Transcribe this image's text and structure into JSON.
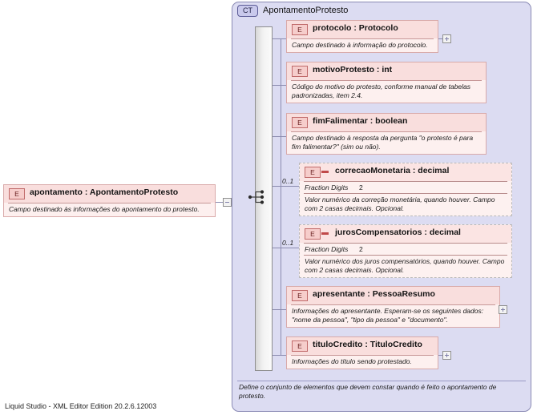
{
  "app": {
    "status_text": "Liquid Studio - XML Editor Edition 20.2.6.12003"
  },
  "root_element": {
    "icon": "E",
    "name": "apontamento : ApontamentoProtesto",
    "description": "Campo destinado às informações do apontamento do protesto.",
    "collapse_toggle": "minus"
  },
  "complex_type": {
    "badge": "CT",
    "title": "ApontamentoProtesto",
    "footer_description": "Define o conjunto de elementos que devem constar quando é feito o apontamento de protesto.",
    "compositor": "sequence"
  },
  "children": [
    {
      "icon": "E",
      "name": "protocolo : Protocolo",
      "description": "Campo destinado à informação do protocolo.",
      "optional": false,
      "cardinality": "",
      "facet_label": "",
      "facet_value": "",
      "expand_toggle": "plus"
    },
    {
      "icon": "E",
      "name": "motivoProtesto : int",
      "description": "Código do motivo do protesto,  conforme manual de tabelas padronizadas, item 2.4.",
      "optional": false,
      "cardinality": "",
      "facet_label": "",
      "facet_value": "",
      "expand_toggle": ""
    },
    {
      "icon": "E",
      "name": "fimFalimentar : boolean",
      "description": "Campo destinado à resposta da pergunta \"o protesto é para fim falimentar?\" (sim ou não).",
      "optional": false,
      "cardinality": "",
      "facet_label": "",
      "facet_value": "",
      "expand_toggle": ""
    },
    {
      "icon": "E",
      "name": "correcaoMonetaria : decimal",
      "description": "Valor numérico da correção monetária, quando houver. Campo com 2 casas decimais. Opcional.",
      "optional": true,
      "cardinality": "0..1",
      "facet_label": "Fraction Digits",
      "facet_value": "2",
      "expand_toggle": ""
    },
    {
      "icon": "E",
      "name": "jurosCompensatorios : decimal",
      "description": "Valor numérico dos juros compensatórios, quando houver. Campo com 2 casas decimais. Opcional.",
      "optional": true,
      "cardinality": "0..1",
      "facet_label": "Fraction Digits",
      "facet_value": "2",
      "expand_toggle": ""
    },
    {
      "icon": "E",
      "name": "apresentante : PessoaResumo",
      "description": "Informações do apresentante. Esperam-se os seguintes dados: \"nome da pessoa\", \"tipo da pessoa\" e \"documento\".",
      "optional": false,
      "cardinality": "",
      "facet_label": "",
      "facet_value": "",
      "expand_toggle": "plus"
    },
    {
      "icon": "E",
      "name": "tituloCredito : TituloCredito",
      "description": "Informações do título sendo protestado.",
      "optional": false,
      "cardinality": "",
      "facet_label": "",
      "facet_value": "",
      "expand_toggle": "plus"
    }
  ],
  "colors": {
    "panel_bg": "#dcdcf2",
    "panel_border": "#8a8ab4",
    "element_bg": "#fdf0ef",
    "element_header_bg": "#f9dedd",
    "element_border": "#d9aaaa",
    "icon_fill": "#f6cdcb",
    "icon_border": "#c06a6a",
    "connector": "#8b8baf"
  }
}
